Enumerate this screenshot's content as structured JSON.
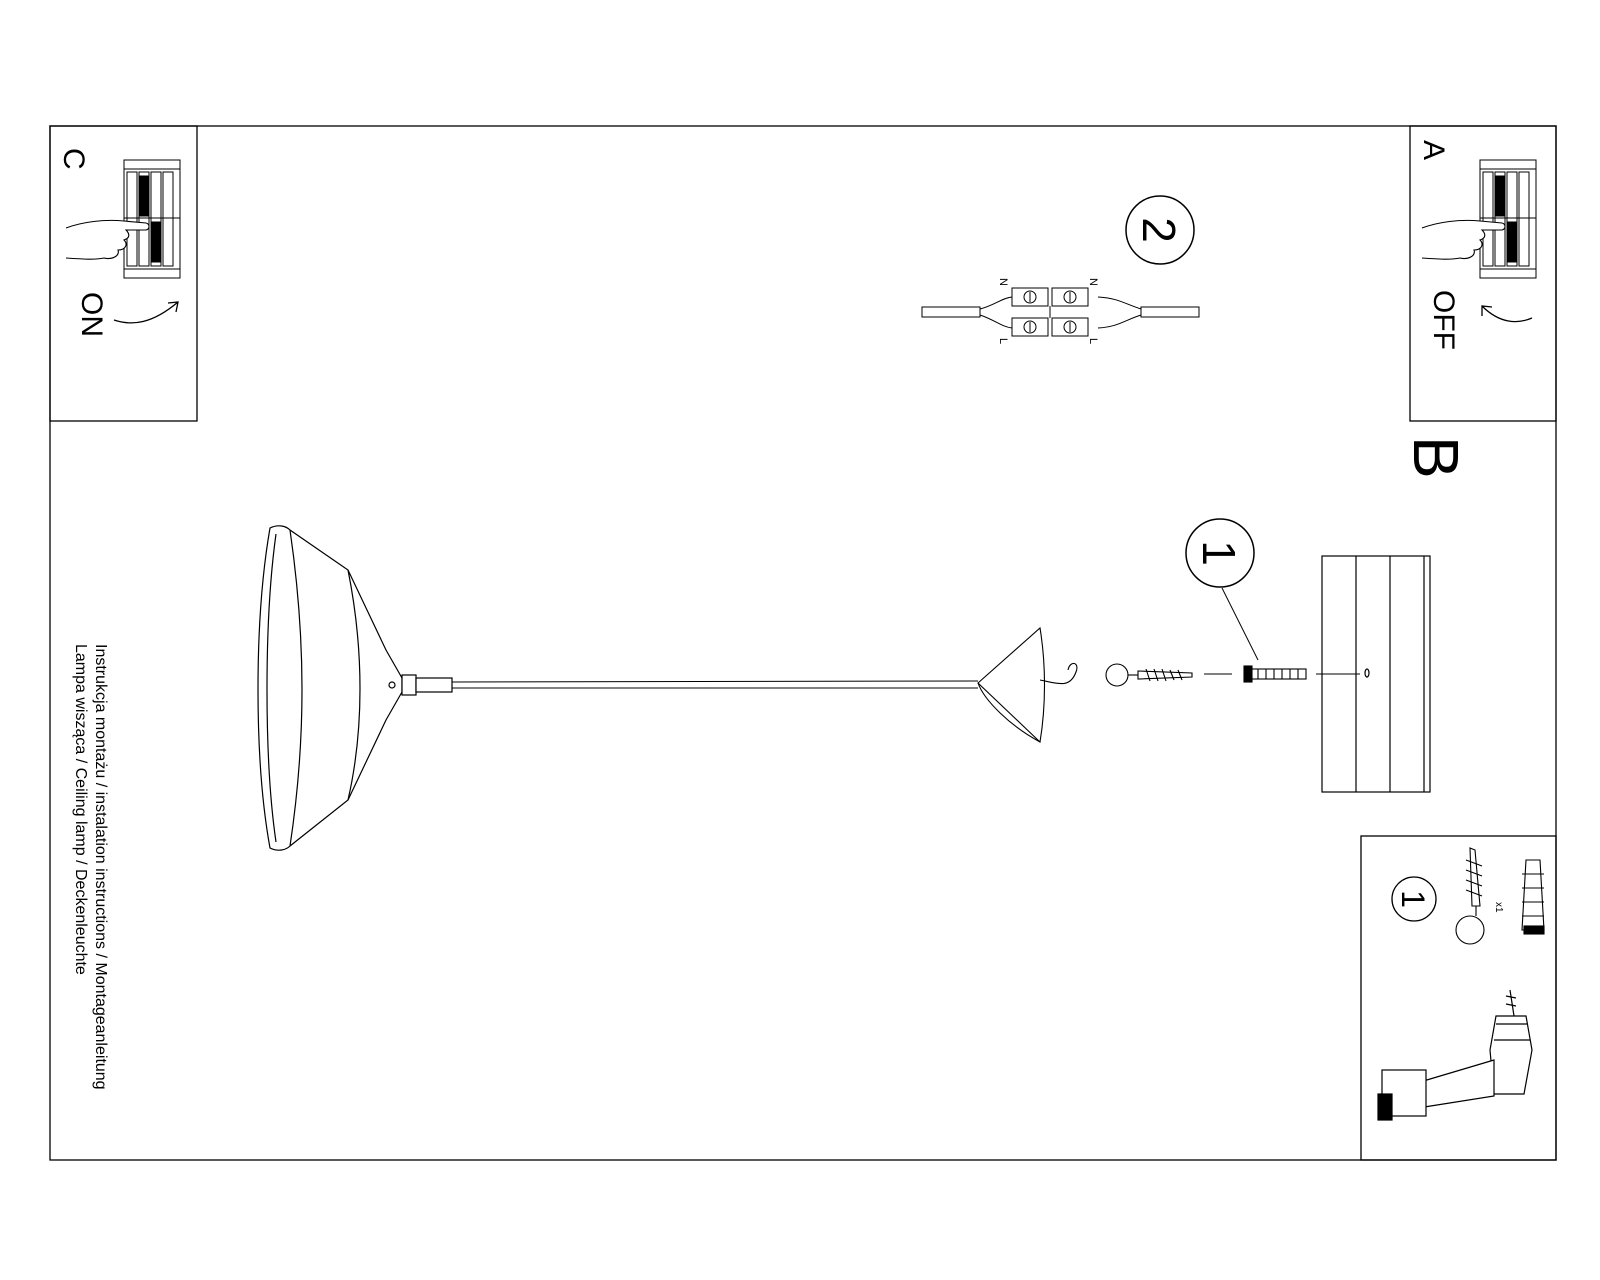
{
  "panel_a": {
    "letter": "A",
    "state": "OFF"
  },
  "panel_b": {
    "letter": "B"
  },
  "panel_c": {
    "letter": "C",
    "state": "ON"
  },
  "steps": {
    "one": "1",
    "two": "2"
  },
  "wiring": {
    "n_left": "N",
    "n_right": "N",
    "l_left": "L",
    "l_right": "L"
  },
  "parts": {
    "step": "1",
    "quantity": "x1"
  },
  "caption": {
    "line1": "Instrukcja montażu / instalation instructions / Montageanleitung",
    "line2": "Lampa wisząca / Ceiling lamp / Deckenleuchte"
  }
}
